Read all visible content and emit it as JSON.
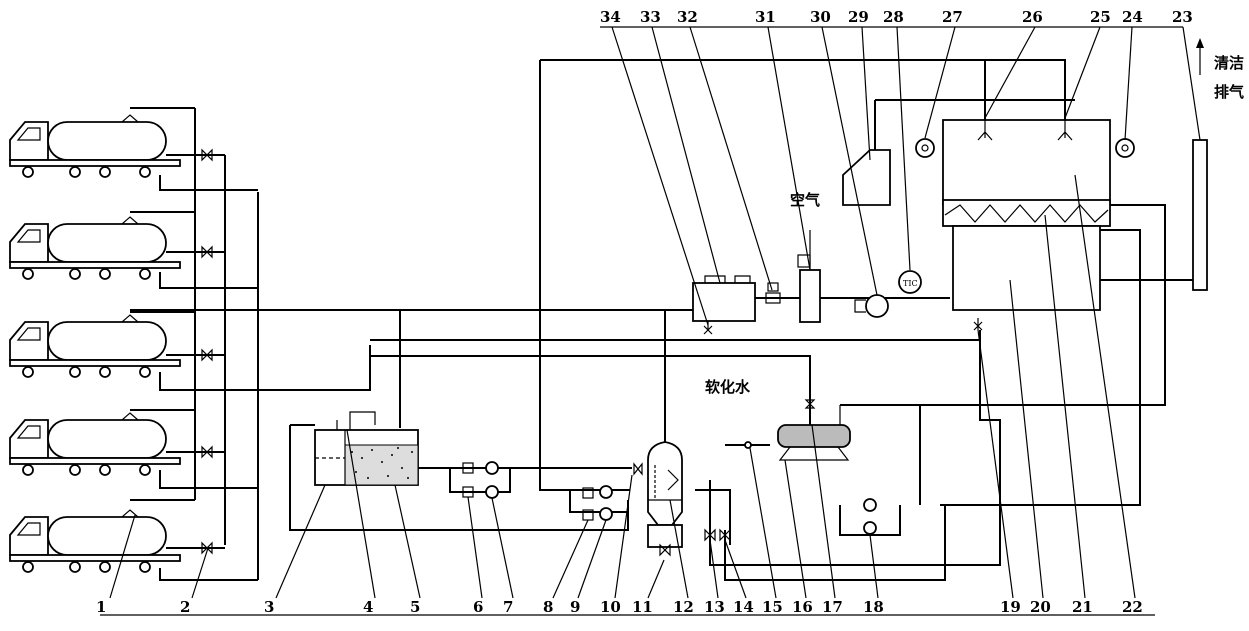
{
  "labels": {
    "air": "空气",
    "soft_water": "软化水",
    "clean_exhaust_1": "清洁",
    "clean_exhaust_2": "排气"
  },
  "callouts": [
    "1",
    "2",
    "3",
    "4",
    "5",
    "6",
    "7",
    "8",
    "9",
    "10",
    "11",
    "12",
    "13",
    "14",
    "15",
    "16",
    "17",
    "18",
    "19",
    "20",
    "21",
    "22",
    "23",
    "24",
    "25",
    "26",
    "27",
    "28",
    "29",
    "30",
    "31",
    "32",
    "33",
    "34"
  ]
}
